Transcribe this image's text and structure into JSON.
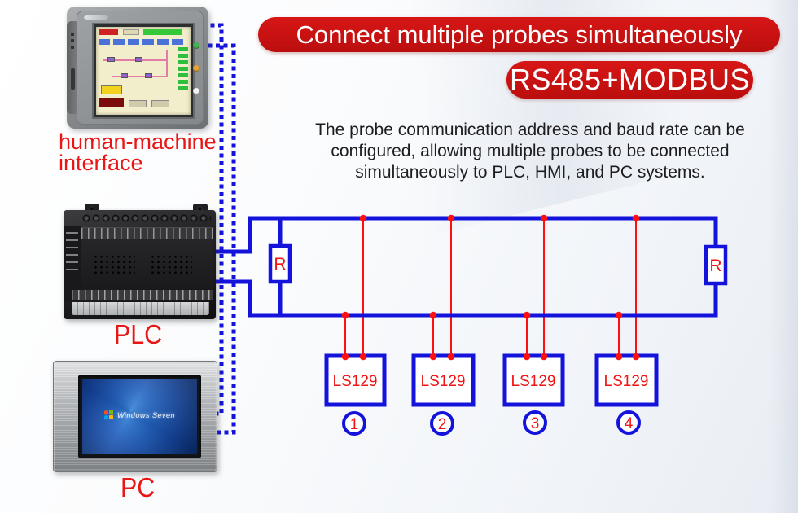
{
  "banner_primary": {
    "text": "Connect multiple probes simultaneously"
  },
  "banner_secondary": {
    "text": "RS485+MODBUS"
  },
  "description": {
    "line1": "The probe communication address and baud rate can be",
    "line2": "configured, allowing multiple probes to be connected",
    "line3": "simultaneously to PLC, HMI, and PC systems."
  },
  "devices": {
    "hmi": {
      "label_line1": "human-machine",
      "label_line2": "interface"
    },
    "plc": {
      "label": "PLC"
    },
    "pc": {
      "label": "PC",
      "boot_text": "Windows Seven"
    }
  },
  "diagram": {
    "left_terminator": "R",
    "right_terminator": "R",
    "probes": [
      {
        "label": "LS129",
        "number": "1"
      },
      {
        "label": "LS129",
        "number": "2"
      },
      {
        "label": "LS129",
        "number": "3"
      },
      {
        "label": "LS129",
        "number": "4"
      }
    ]
  },
  "colors": {
    "banner_red": "#c91111",
    "label_red": "#ea1515",
    "wire_blue": "#1313dc",
    "wire_red": "#ff0f0f"
  }
}
